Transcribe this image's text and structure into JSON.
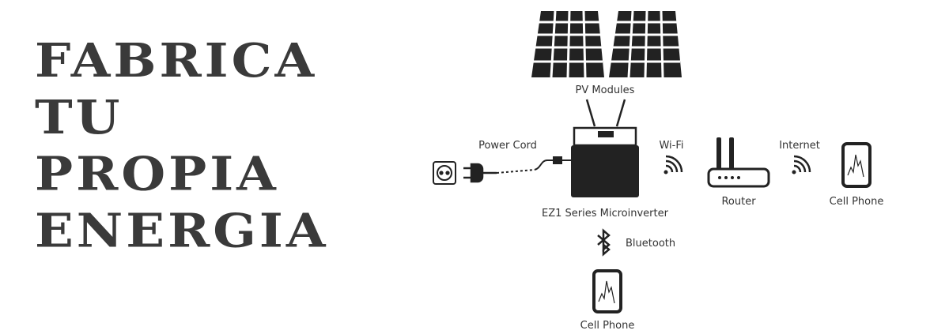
{
  "headline": {
    "lines": [
      "FABRICA",
      "TU",
      "PROPIA",
      "ENERGIA"
    ],
    "color": "#3a3a3a"
  },
  "diagram": {
    "pv_modules_label": "PV Modules",
    "power_cord_label": "Power Cord",
    "wifi_label": "Wi-Fi",
    "internet_label": "Internet",
    "microinverter_label": "EZ1 Series Microinverter",
    "router_label": "Router",
    "cell_phone_label": "Cell Phone",
    "bluetooth_label": "Bluetooth",
    "cell_phone_bottom_label": "Cell Phone",
    "icon_color": "#222222"
  }
}
